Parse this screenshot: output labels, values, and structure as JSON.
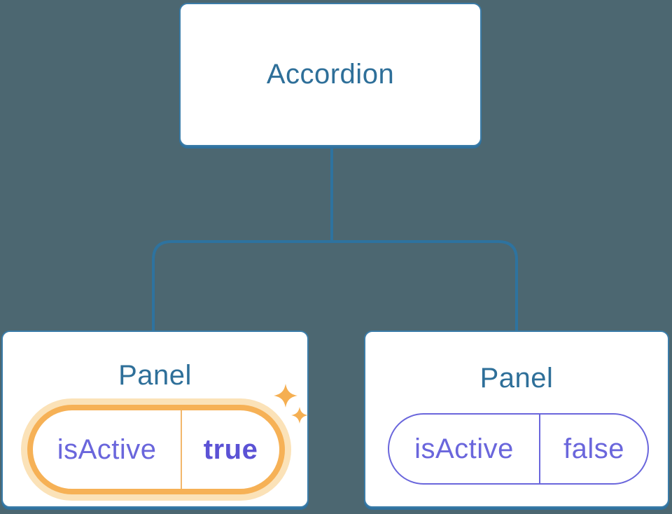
{
  "tree": {
    "root": {
      "label": "Accordion"
    },
    "panels": [
      {
        "title": "Panel",
        "prop_name": "isActive",
        "prop_value": "true",
        "highlighted": true,
        "icon": "sparkles-icon"
      },
      {
        "title": "Panel",
        "prop_name": "isActive",
        "prop_value": "false",
        "highlighted": false
      }
    ]
  },
  "colors": {
    "background": "#4C6771",
    "node_fill": "#FFFFFF",
    "node_border_blue": "#3B7CA8",
    "node_shadow_blue": "#2F719E",
    "node_text_blue": "#2E6F99",
    "connector_blue": "#2E739F",
    "state_purple": "#6A66DC",
    "state_value_purple": "#5B52D5",
    "highlight_orange": "#F6B156",
    "highlight_glow_orange": "#FBE2B8",
    "highlight_divider_orange": "#F2B76B",
    "sparkle_orange": "#F5AF52"
  }
}
